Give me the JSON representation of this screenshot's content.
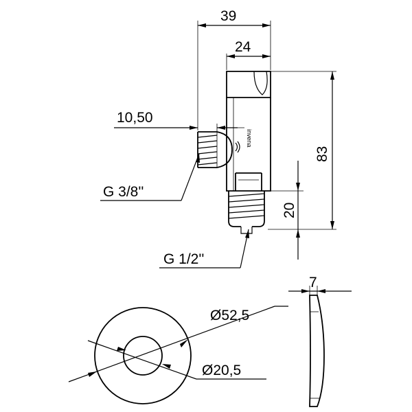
{
  "dimensions": {
    "overall_width": "39",
    "body_width": "24",
    "outlet_offset": "10,50",
    "total_height": "83",
    "inlet_thread_height": "20",
    "flange_thickness": "7",
    "flange_outer_diameter": "Ø52,5",
    "flange_inner_diameter": "Ø20,5"
  },
  "threads": {
    "outlet": "G 3/8''",
    "inlet": "G 1/2''"
  },
  "brand": "invena"
}
